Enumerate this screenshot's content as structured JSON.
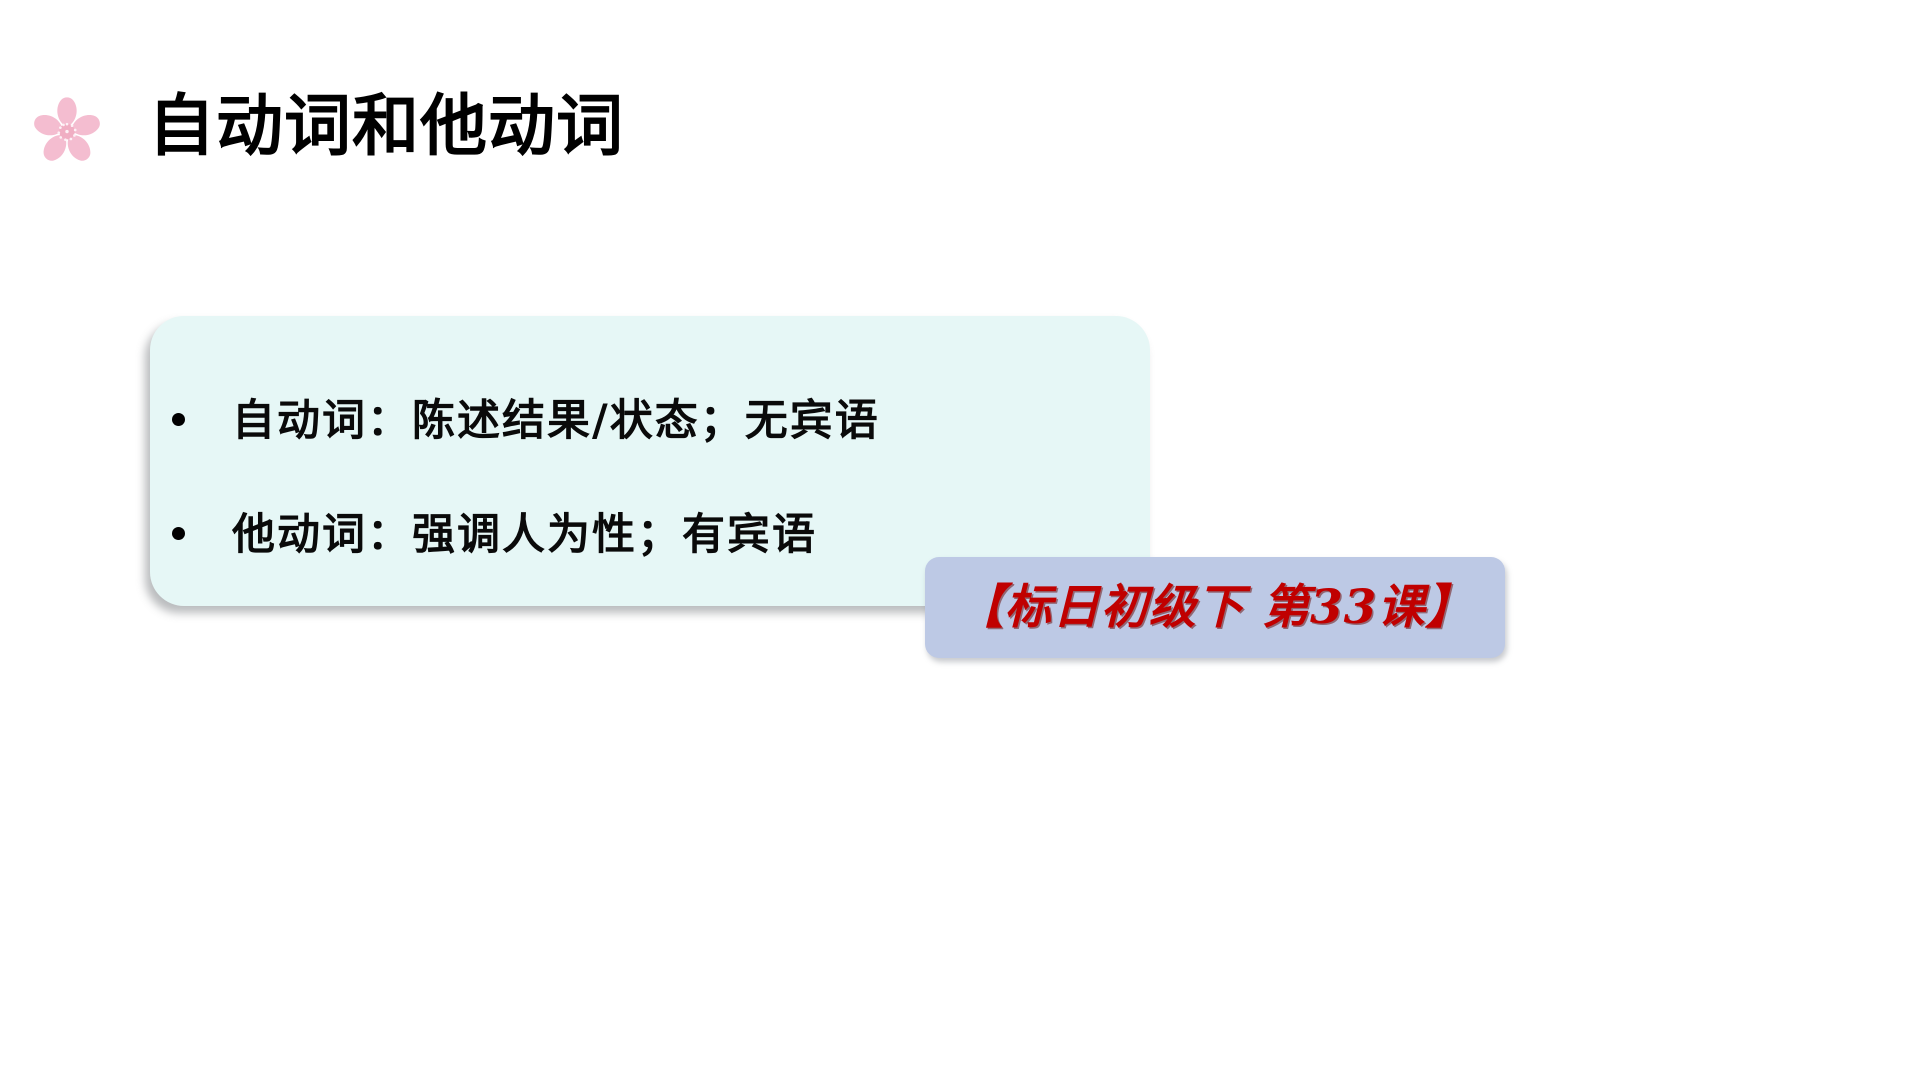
{
  "slide": {
    "background_color": "#ffffff",
    "title": {
      "text": "自动词和他动词",
      "icon": "sakura-flower-icon",
      "icon_color": "#f4bfd0",
      "text_color": "#000000"
    },
    "content_card": {
      "background_color": "#e6f7f6",
      "bullets": [
        {
          "marker": "•",
          "text": "自动词：陈述结果/状态；无宾语"
        },
        {
          "marker": "•",
          "text": "他动词：强调人为性；有宾语"
        }
      ]
    },
    "lesson_badge": {
      "text": "【标日初级下  第33课】",
      "text_color": "#c00000",
      "background_color": "#bdc9e5",
      "book": "标日初级下",
      "lesson_number": "33",
      "lesson_label": "第33课"
    }
  }
}
